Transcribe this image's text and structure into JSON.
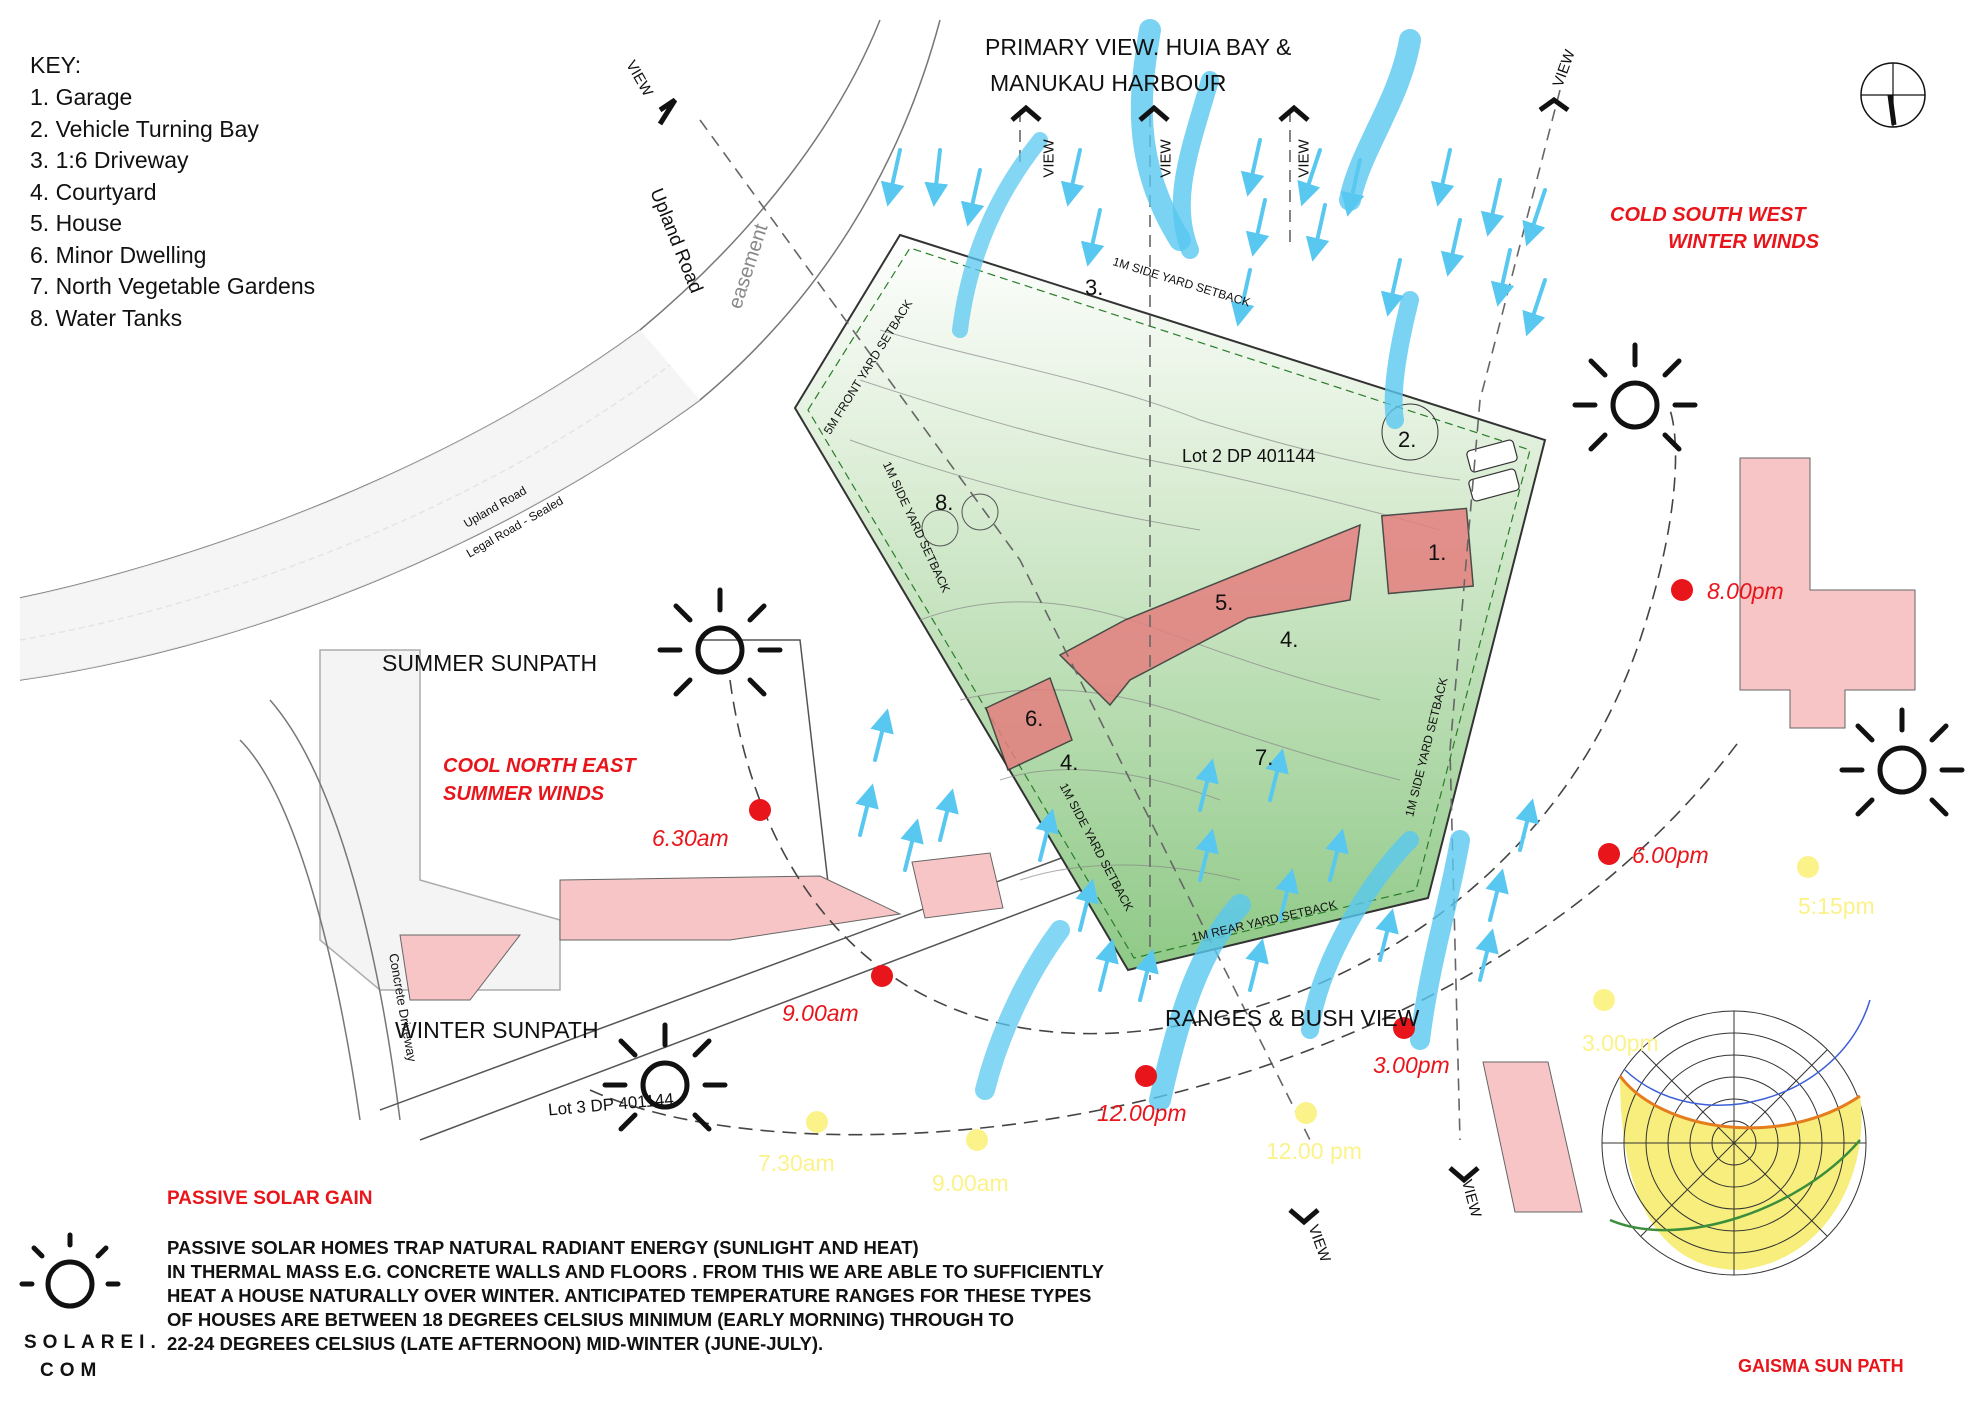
{
  "key": {
    "title": "KEY:",
    "items": [
      "1. Garage",
      "2. Vehicle Turning Bay",
      "3. 1:6 Driveway",
      "4. Courtyard",
      "5. House",
      "6. Minor Dwelling",
      "7. North Vegetable Gardens",
      "8. Water Tanks"
    ]
  },
  "views": {
    "primary_line1": "PRIMARY VIEW. HUIA BAY &",
    "primary_line2": "MANUKAU HARBOUR",
    "ranges": "RANGES & BUSH VIEW",
    "view_word": "VIEW"
  },
  "roads": {
    "upland_road": "Upland Road",
    "legal_line1": "Upland Road",
    "legal_line2": "Legal Road - Sealed",
    "concrete_driveway": "Concrete Driveway"
  },
  "lots": {
    "lot2": "Lot 2 DP 401144",
    "lot3": "Lot 3 DP 401144"
  },
  "setbacks": {
    "side_top": "1M SIDE YARD SETBACK",
    "front": "5M FRONT YARD SETBACK",
    "side_left": "1M SIDE YARD SETBACK",
    "side_right": "1M SIDE YARD SETBACK",
    "side_bottom": "1M SIDE YARD SETBACK",
    "rear": "1M REAR YARD SETBACK",
    "easement": "easement"
  },
  "site_numbers": {
    "n1": "1.",
    "n2": "2.",
    "n3": "3.",
    "n4a": "4.",
    "n4b": "4.",
    "n5": "5.",
    "n6": "6.",
    "n7": "7.",
    "n8": "8."
  },
  "winds": {
    "cold_line1": "COLD SOUTH WEST",
    "cold_line2": "WINTER WINDS",
    "cool_line1": "COOL NORTH EAST",
    "cool_line2": "SUMMER WINDS"
  },
  "sunpaths": {
    "summer": "SUMMER SUNPATH",
    "winter": "WINTER SUNPATH"
  },
  "summer_times": [
    "6.30am",
    "9.00am",
    "12.00pm",
    "3.00pm",
    "6.00pm",
    "8.00pm"
  ],
  "winter_times": [
    "7.30am",
    "9.00am",
    "12.00 pm",
    "3.00pm",
    "5:15pm"
  ],
  "passive": {
    "title": "PASSIVE SOLAR GAIN",
    "lines": [
      "PASSIVE SOLAR HOMES TRAP NATURAL RADIANT  ENERGY (SUNLIGHT AND HEAT)",
      "IN THERMAL MASS  E.G. CONCRETE WALLS AND FLOORS . FROM THIS WE ARE ABLE TO SUFFICIENTLY",
      "HEAT A HOUSE NATURALLY OVER WINTER. ANTICIPATED TEMPERATURE RANGES FOR THESE TYPES",
      "OF HOUSES ARE BETWEEN 18 DEGREES CELSIUS MINIMUM (EARLY MORNING) THROUGH TO",
      "22-24 DEGREES CELSIUS (LATE AFTERNOON) MID-WINTER (JUNE-JULY)."
    ]
  },
  "logo": {
    "line1": "SOLAREI.",
    "line2": "COM"
  },
  "gaisma": {
    "title": "GAISMA SUN PATH"
  },
  "colors": {
    "wind_arrow": "#59c8f0",
    "red_accent": "#e8151b",
    "winter_marker": "#fbf28a",
    "site_green": "#b9dcb0",
    "building_pink": "#f7c5c5",
    "building_red": "#e57f7f"
  }
}
